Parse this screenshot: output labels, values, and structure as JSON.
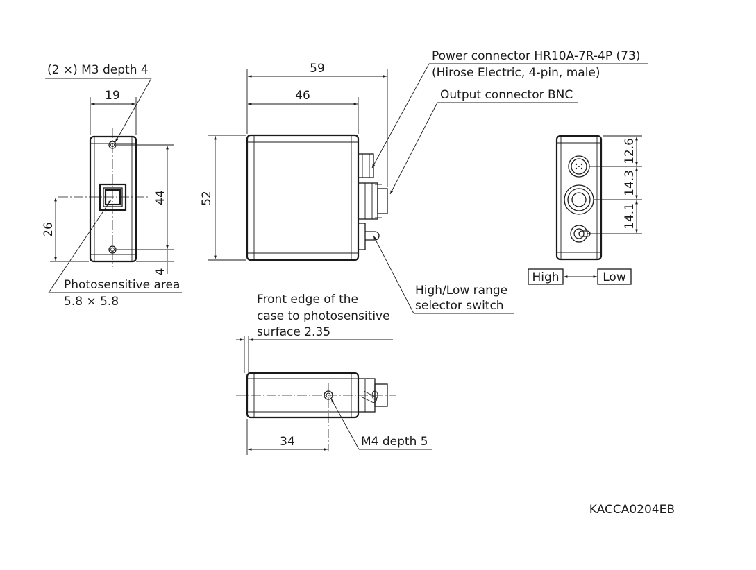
{
  "labels": {
    "holes_top": "(2 ×) M3 depth 4",
    "power_connector_line1": "Power connector HR10A-7R-4P (73)",
    "power_connector_line2": "(Hirose Electric, 4-pin, male)",
    "output_connector": "Output connector BNC",
    "photosensitive_area_line1": "Photosensitive area",
    "photosensitive_area_line2": "5.8 × 5.8",
    "range_switch_line1": "High/Low range",
    "range_switch_line2": "selector switch",
    "front_edge_line1": "Front edge of the",
    "front_edge_line2": "case to photosensitive",
    "front_edge_line3": "surface 2.35",
    "m4_hole": "M4 depth 5",
    "switch_high": "High",
    "switch_low": "Low",
    "drawing_code": "KACCA0204EB"
  },
  "dimensions": {
    "front_width": "19",
    "front_hole_pitch": "44",
    "front_center_height": "26",
    "front_bottom_offset": "4",
    "side_overall_length": "59",
    "side_body_length": "46",
    "side_height": "52",
    "rear_d1": "12.6",
    "rear_d2": "14.3",
    "rear_d3": "14.1",
    "bottom_hole_offset": "34"
  },
  "colors": {
    "line": "#1a1a1a",
    "background": "#ffffff"
  }
}
